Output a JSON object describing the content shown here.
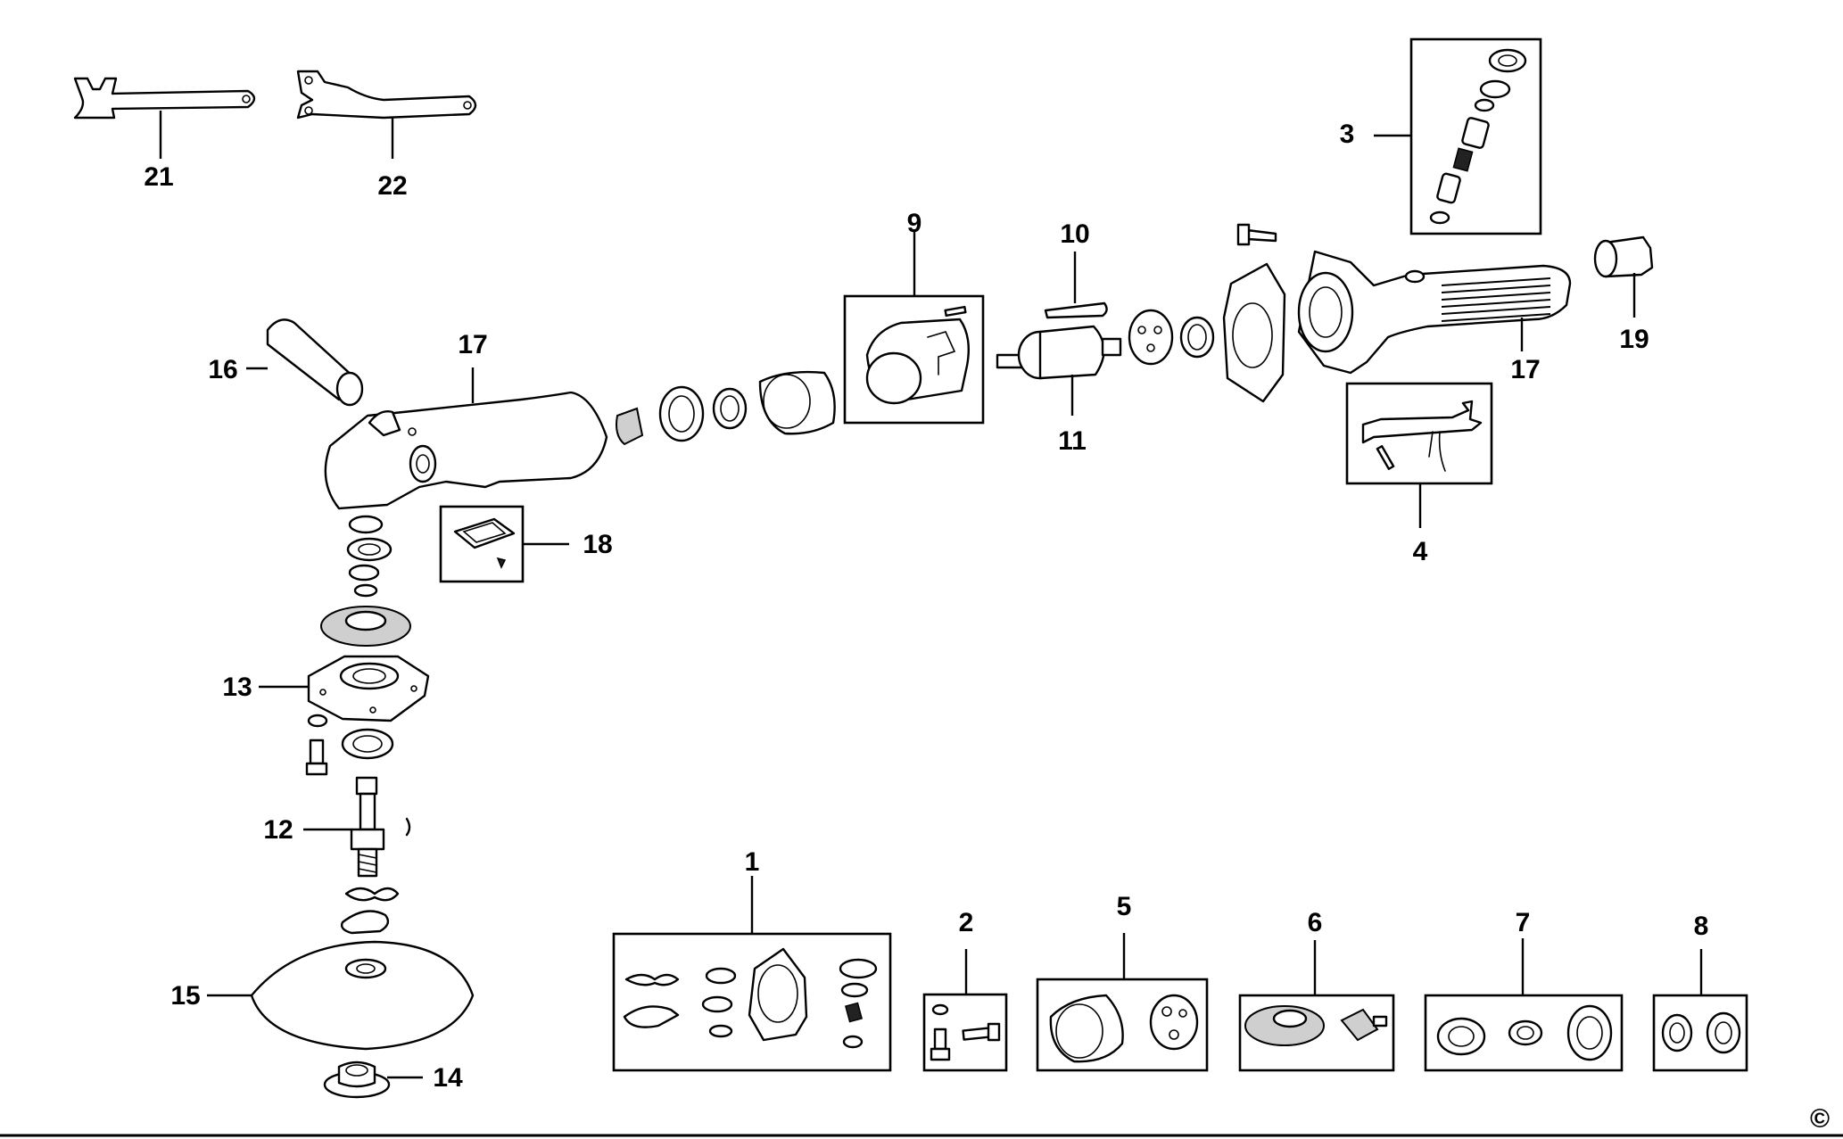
{
  "callouts": {
    "c1": "1",
    "c2": "2",
    "c3": "3",
    "c4": "4",
    "c5": "5",
    "c6": "6",
    "c7": "7",
    "c8": "8",
    "c9": "9",
    "c10": "10",
    "c11": "11",
    "c12": "12",
    "c13": "13",
    "c14": "14",
    "c15": "15",
    "c16": "16",
    "c17a": "17",
    "c17b": "17",
    "c18": "18",
    "c19": "19",
    "c21": "21",
    "c22": "22"
  },
  "copyright_mark": "©"
}
